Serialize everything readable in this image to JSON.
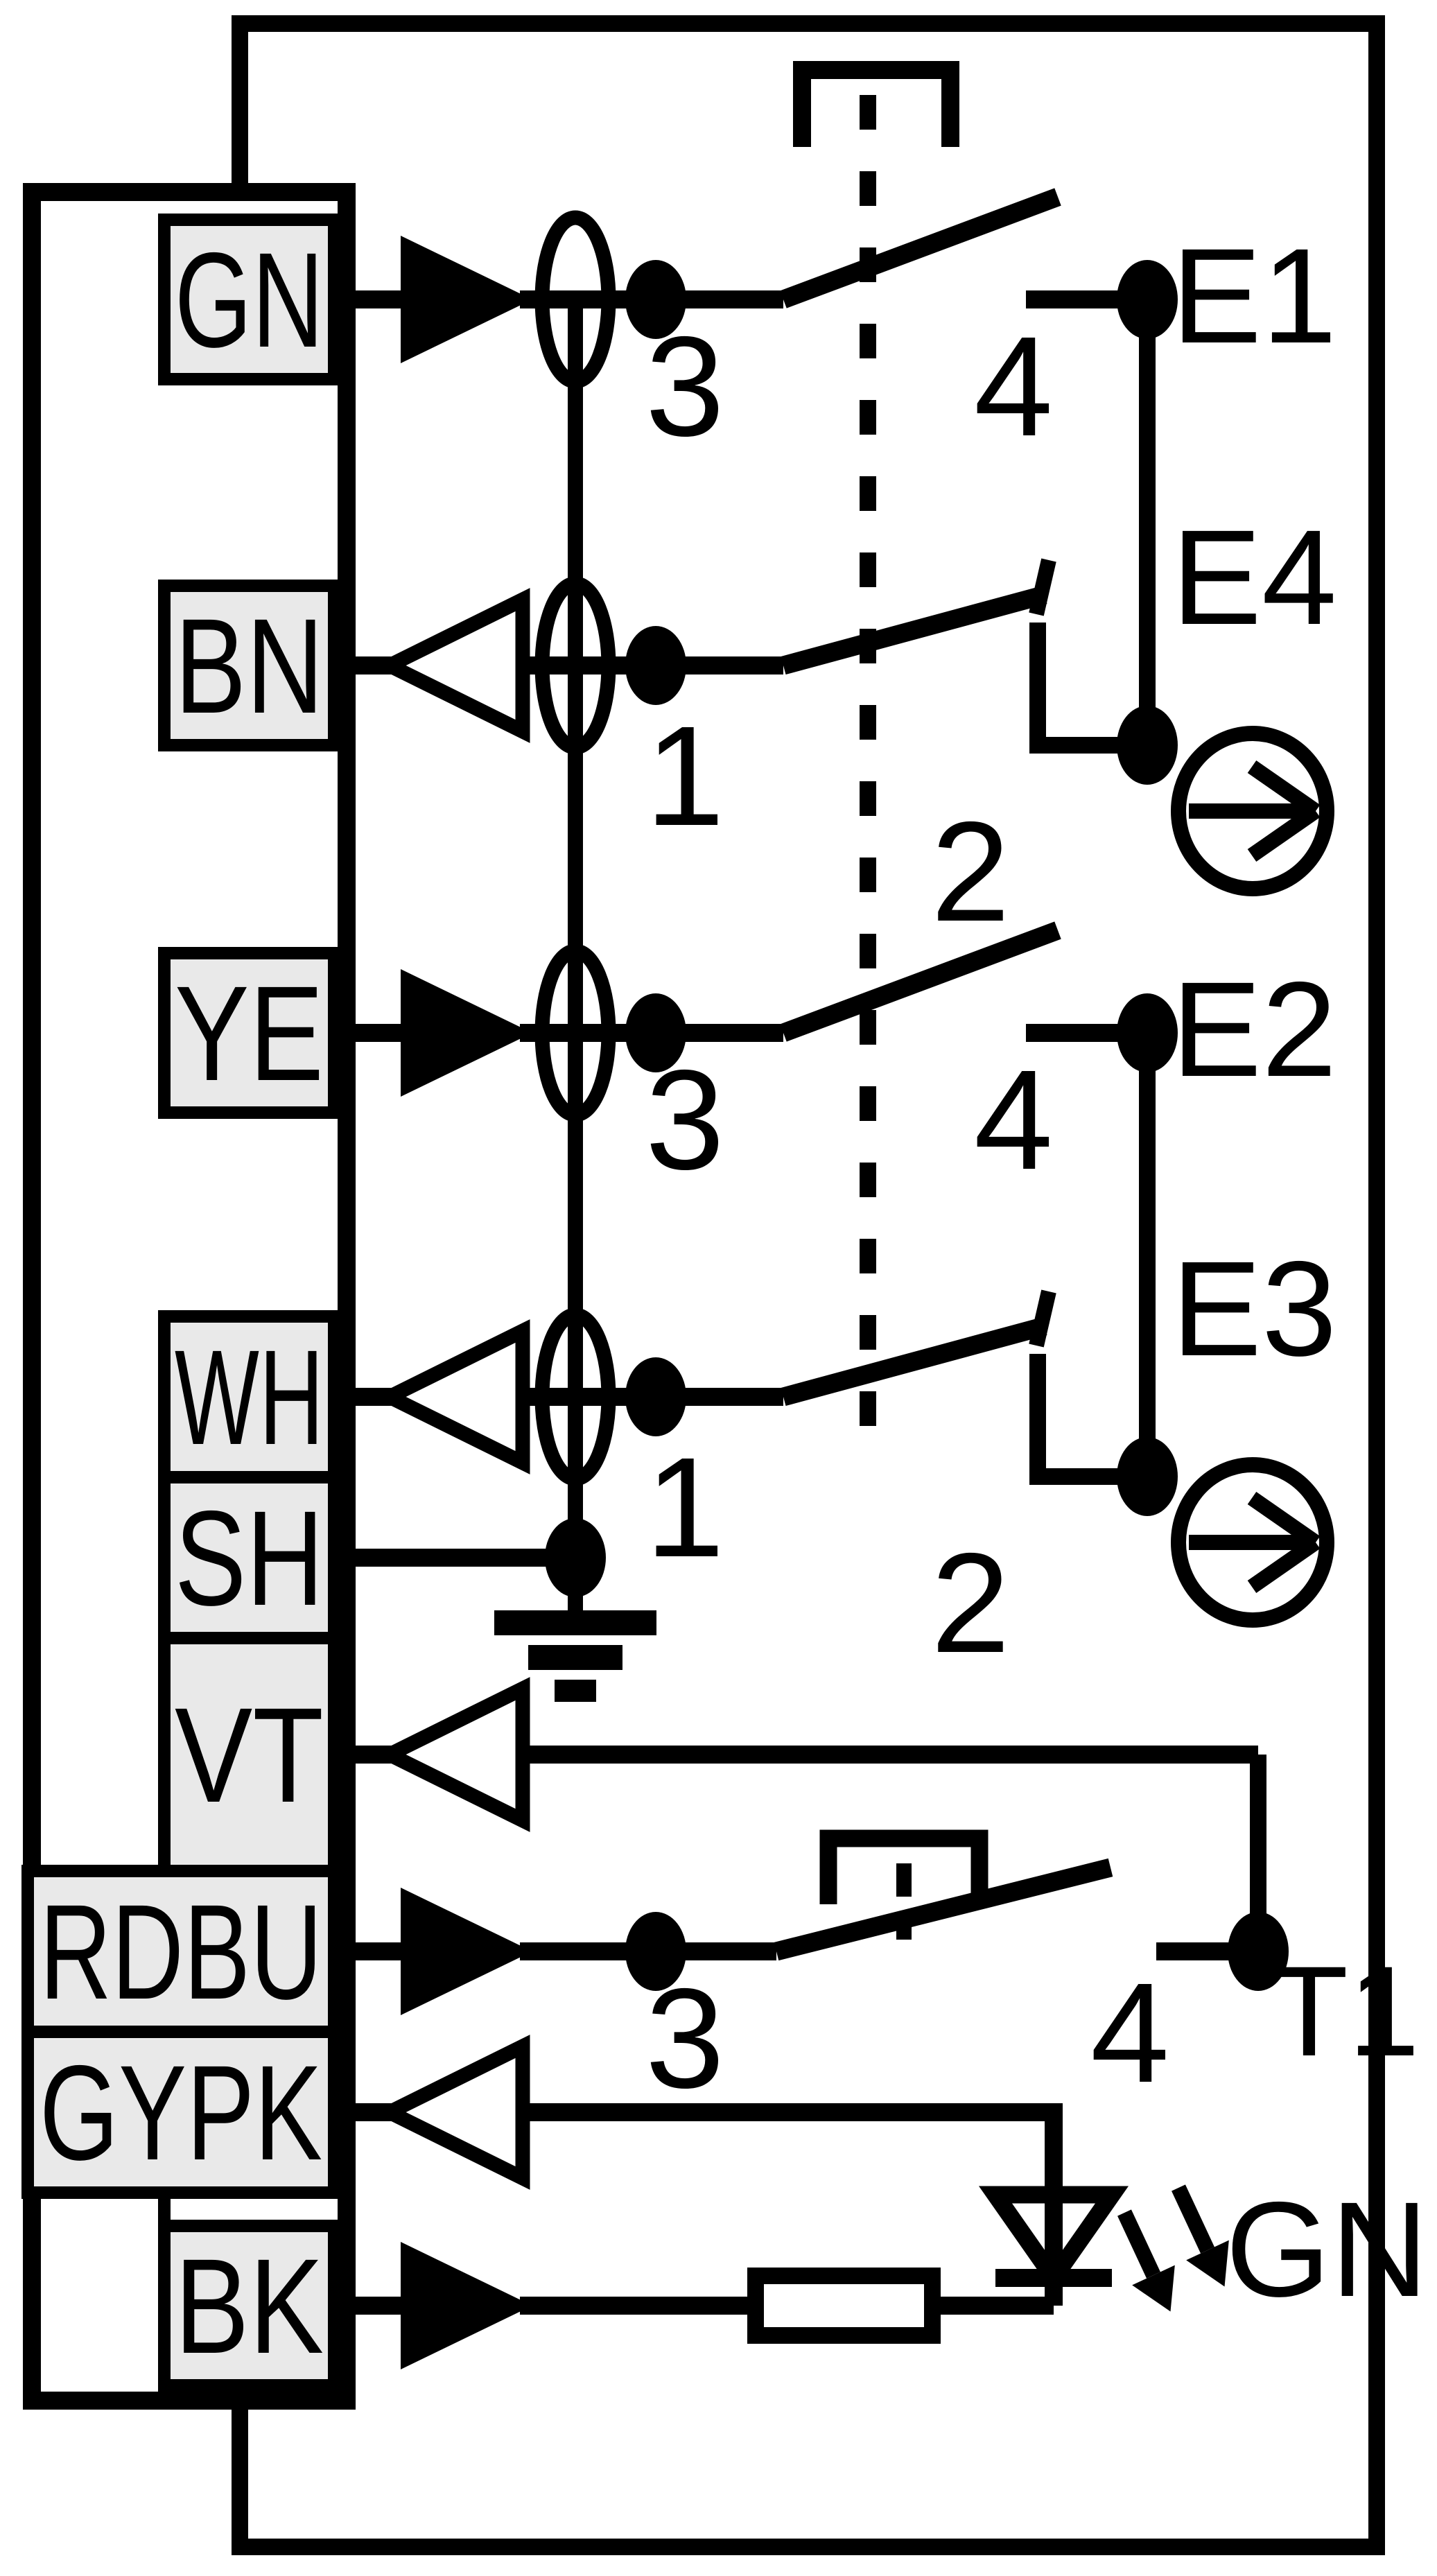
{
  "diagram_type": "position-switch wiring schematic",
  "colors": {
    "ink": "#000000",
    "cell_fill": "#e9e9e9",
    "background": "#ffffff"
  },
  "connector": {
    "pins": [
      {
        "id": "gn",
        "label": "GN",
        "signal": "output",
        "wide": false
      },
      {
        "id": "bn",
        "label": "BN",
        "signal": "input",
        "wide": false
      },
      {
        "id": "ye",
        "label": "YE",
        "signal": "output",
        "wide": false
      },
      {
        "id": "wh",
        "label": "WH",
        "signal": "input",
        "wide": false
      },
      {
        "id": "sh",
        "label": "SH",
        "signal": "shield",
        "wide": false
      },
      {
        "id": "vt",
        "label": "VT",
        "signal": "input",
        "wide": false
      },
      {
        "id": "rdbu",
        "label": "RDBU",
        "signal": "output",
        "wide": true
      },
      {
        "id": "gypk",
        "label": "GYPK",
        "signal": "input",
        "wide": true
      },
      {
        "id": "bk",
        "label": "BK",
        "signal": "output",
        "wide": false
      }
    ]
  },
  "switches": [
    {
      "id": "E1",
      "label": "E1",
      "kind": "NO",
      "terminals": {
        "com": "3",
        "out": "4"
      },
      "actuation_arrow": false
    },
    {
      "id": "E4",
      "label": "E4",
      "kind": "NC",
      "terminals": {
        "com": "1",
        "out": "2"
      },
      "actuation_arrow": true
    },
    {
      "id": "E2",
      "label": "E2",
      "kind": "NO",
      "terminals": {
        "com": "3",
        "out": "4"
      },
      "actuation_arrow": false
    },
    {
      "id": "E3",
      "label": "E3",
      "kind": "NC",
      "terminals": {
        "com": "1",
        "out": "2"
      },
      "actuation_arrow": true
    },
    {
      "id": "T1",
      "label": "T1",
      "kind": "NO",
      "terminals": {
        "com": "3",
        "out": "4"
      },
      "actuation_arrow": false
    }
  ],
  "led": {
    "label": "GN"
  },
  "symbols": [
    "plunger-bracket-icon",
    "mechanical-linkage-dashed-line",
    "twisted-pair-oval-icon",
    "junction-dot",
    "earth-ground-icon",
    "actuation-direction-circle-arrow-icon",
    "resistor-icon",
    "led-icon"
  ]
}
